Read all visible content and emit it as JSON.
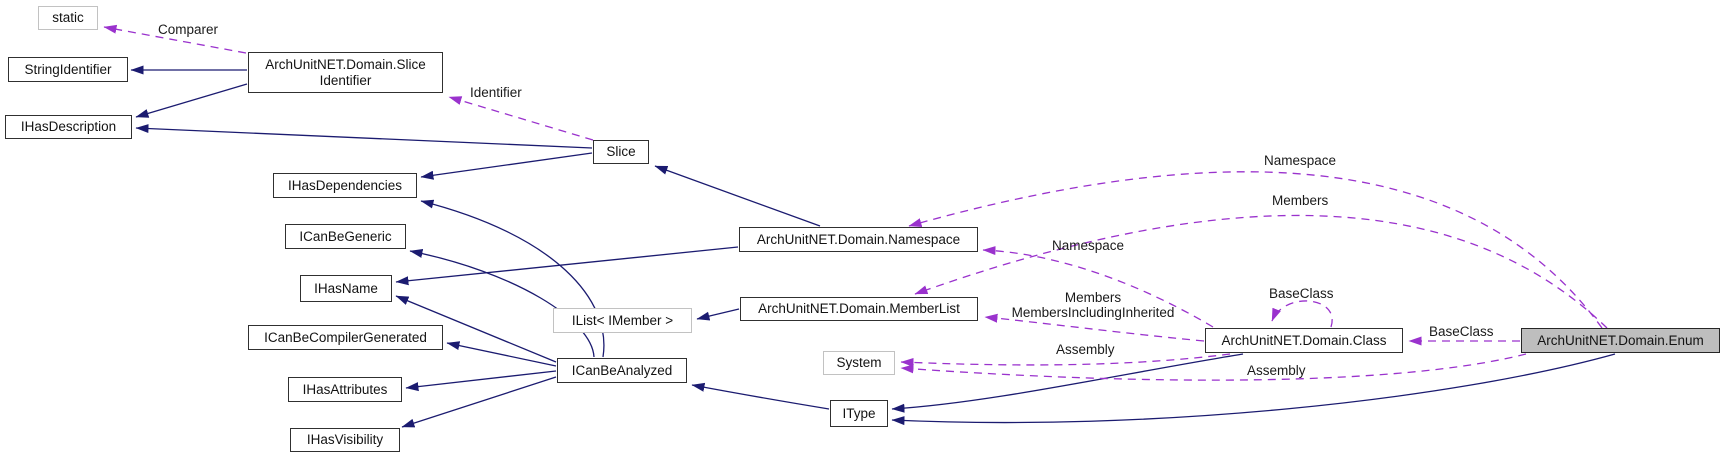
{
  "diagram": {
    "kind": "doxygen-collaboration-graph",
    "focus_node": "ArchUnitNET.Domain.Enum",
    "colors": {
      "inheritance_edge": "#1b1b70",
      "usage_edge": "#9a32cd",
      "node_border": "#303030",
      "external_node_border": "#c2c2c2",
      "focus_node_fill": "#bebebe",
      "node_fill": "#ffffff"
    }
  },
  "nodes": {
    "static_box": {
      "label": "static"
    },
    "string_identifier": {
      "label": "StringIdentifier"
    },
    "slice_identifier": {
      "label": "ArchUnitNET.Domain.Slice\nIdentifier"
    },
    "ihas_description": {
      "label": "IHasDescription"
    },
    "slice": {
      "label": "Slice"
    },
    "ihas_dependencies": {
      "label": "IHasDependencies"
    },
    "ican_be_generic": {
      "label": "ICanBeGeneric"
    },
    "ihas_name": {
      "label": "IHasName"
    },
    "ilist_imember": {
      "label": "IList< IMember >"
    },
    "ican_be_compiler_generated": {
      "label": "ICanBeCompilerGenerated"
    },
    "ihas_attributes": {
      "label": "IHasAttributes"
    },
    "ican_be_analyzed": {
      "label": "ICanBeAnalyzed"
    },
    "ihas_visibility": {
      "label": "IHasVisibility"
    },
    "namespace": {
      "label": "ArchUnitNET.Domain.Namespace"
    },
    "member_list": {
      "label": "ArchUnitNET.Domain.MemberList"
    },
    "system": {
      "label": "System"
    },
    "itype": {
      "label": "IType"
    },
    "class": {
      "label": "ArchUnitNET.Domain.Class"
    },
    "enum": {
      "label": "ArchUnitNET.Domain.Enum"
    }
  },
  "edge_labels": {
    "comparer": "Comparer",
    "identifier": "Identifier",
    "namespace_from_enum": "Namespace",
    "members_from_enum": "Members",
    "namespace_from_class": "Namespace",
    "members_from_class": "Members\nMembersIncludingInherited",
    "baseclass_self": "BaseClass",
    "baseclass_from_enum": "BaseClass",
    "assembly_from_class": "Assembly",
    "assembly_from_enum": "Assembly"
  },
  "edges": [
    {
      "from": "ArchUnitNET.Domain.SliceIdentifier",
      "to": "StringIdentifier",
      "relation": "inheritance"
    },
    {
      "from": "ArchUnitNET.Domain.SliceIdentifier",
      "to": "IHasDescription",
      "relation": "inheritance"
    },
    {
      "from": "ArchUnitNET.Domain.SliceIdentifier",
      "to": "static",
      "relation": "usage",
      "label": "Comparer"
    },
    {
      "from": "Slice",
      "to": "IHasDescription",
      "relation": "inheritance"
    },
    {
      "from": "Slice",
      "to": "IHasDependencies",
      "relation": "inheritance"
    },
    {
      "from": "Slice",
      "to": "ArchUnitNET.Domain.SliceIdentifier",
      "relation": "usage",
      "label": "Identifier"
    },
    {
      "from": "ArchUnitNET.Domain.Namespace",
      "to": "Slice",
      "relation": "inheritance"
    },
    {
      "from": "ArchUnitNET.Domain.Namespace",
      "to": "IHasName",
      "relation": "inheritance"
    },
    {
      "from": "ArchUnitNET.Domain.MemberList",
      "to": "IList< IMember >",
      "relation": "inheritance"
    },
    {
      "from": "ICanBeAnalyzed",
      "to": "IHasDependencies",
      "relation": "inheritance"
    },
    {
      "from": "ICanBeAnalyzed",
      "to": "ICanBeGeneric",
      "relation": "inheritance"
    },
    {
      "from": "ICanBeAnalyzed",
      "to": "IHasName",
      "relation": "inheritance"
    },
    {
      "from": "ICanBeAnalyzed",
      "to": "ICanBeCompilerGenerated",
      "relation": "inheritance"
    },
    {
      "from": "ICanBeAnalyzed",
      "to": "IHasAttributes",
      "relation": "inheritance"
    },
    {
      "from": "ICanBeAnalyzed",
      "to": "IHasVisibility",
      "relation": "inheritance"
    },
    {
      "from": "IType",
      "to": "ICanBeAnalyzed",
      "relation": "inheritance"
    },
    {
      "from": "ArchUnitNET.Domain.Class",
      "to": "IType",
      "relation": "inheritance"
    },
    {
      "from": "ArchUnitNET.Domain.Enum",
      "to": "IType",
      "relation": "inheritance"
    },
    {
      "from": "ArchUnitNET.Domain.Enum",
      "to": "ArchUnitNET.Domain.Namespace",
      "relation": "usage",
      "label": "Namespace"
    },
    {
      "from": "ArchUnitNET.Domain.Enum",
      "to": "ArchUnitNET.Domain.MemberList",
      "relation": "usage",
      "label": "Members"
    },
    {
      "from": "ArchUnitNET.Domain.Class",
      "to": "ArchUnitNET.Domain.Namespace",
      "relation": "usage",
      "label": "Namespace"
    },
    {
      "from": "ArchUnitNET.Domain.Class",
      "to": "ArchUnitNET.Domain.MemberList",
      "relation": "usage",
      "label": "Members\nMembersIncludingInherited"
    },
    {
      "from": "ArchUnitNET.Domain.Class",
      "to": "ArchUnitNET.Domain.Class",
      "relation": "usage",
      "label": "BaseClass"
    },
    {
      "from": "ArchUnitNET.Domain.Enum",
      "to": "ArchUnitNET.Domain.Class",
      "relation": "usage",
      "label": "BaseClass"
    },
    {
      "from": "ArchUnitNET.Domain.Class",
      "to": "System",
      "relation": "usage",
      "label": "Assembly"
    },
    {
      "from": "ArchUnitNET.Domain.Enum",
      "to": "System",
      "relation": "usage",
      "label": "Assembly"
    }
  ]
}
